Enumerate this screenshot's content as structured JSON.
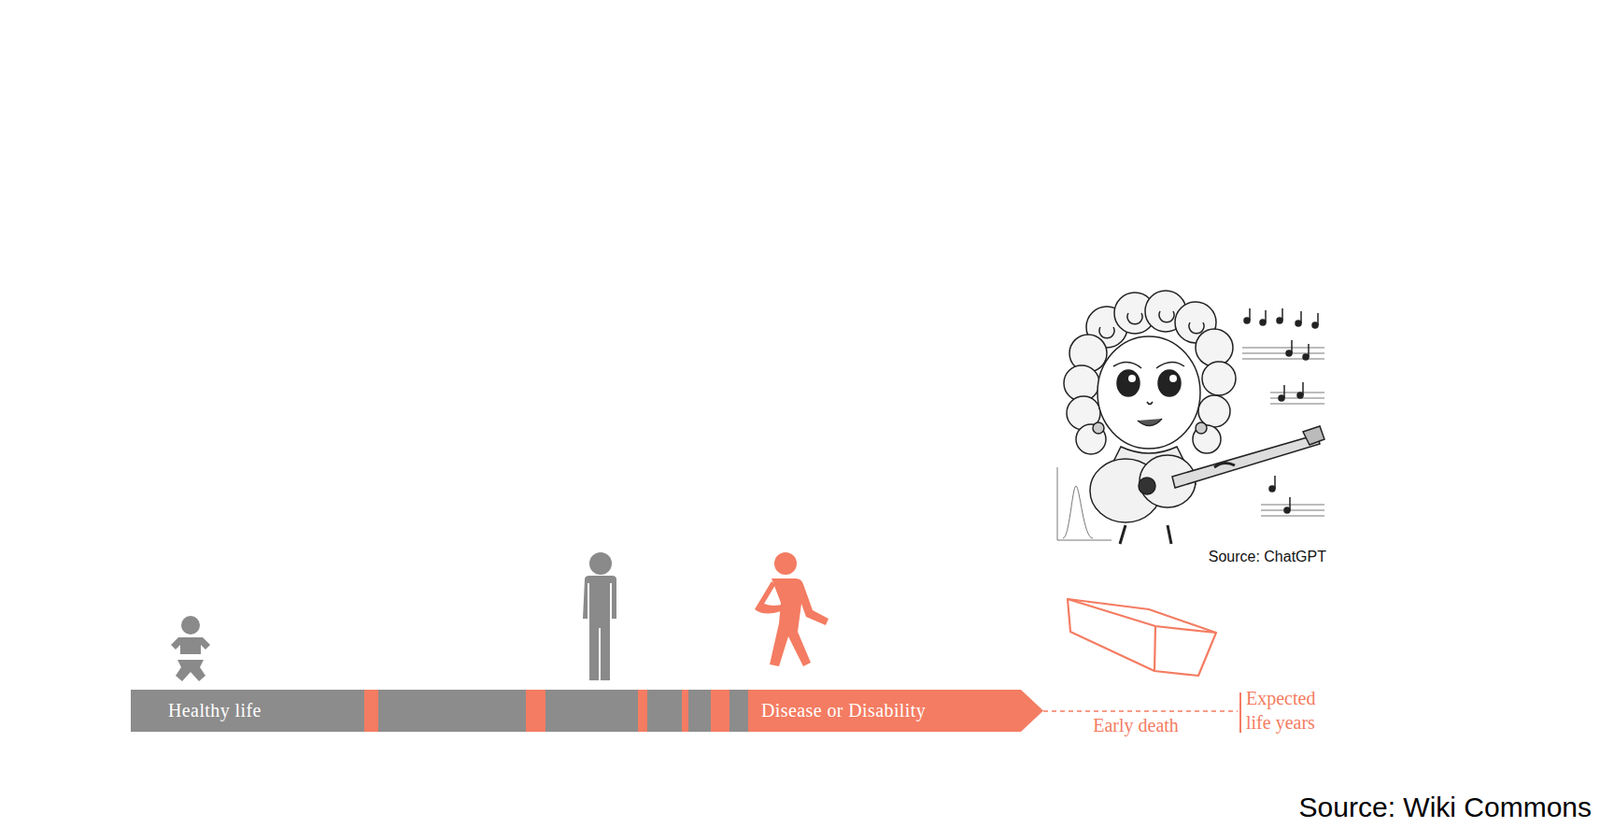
{
  "diagram": {
    "nodes": [
      {
        "text": [
          "Healthy life"
        ]
      },
      {
        "text": [
          "Disease or Disability"
        ]
      }
    ],
    "labels": [
      "Early death",
      "Expected life years",
      "Source: ChatGPT",
      "Source: Wiki Commons"
    ]
  }
}
